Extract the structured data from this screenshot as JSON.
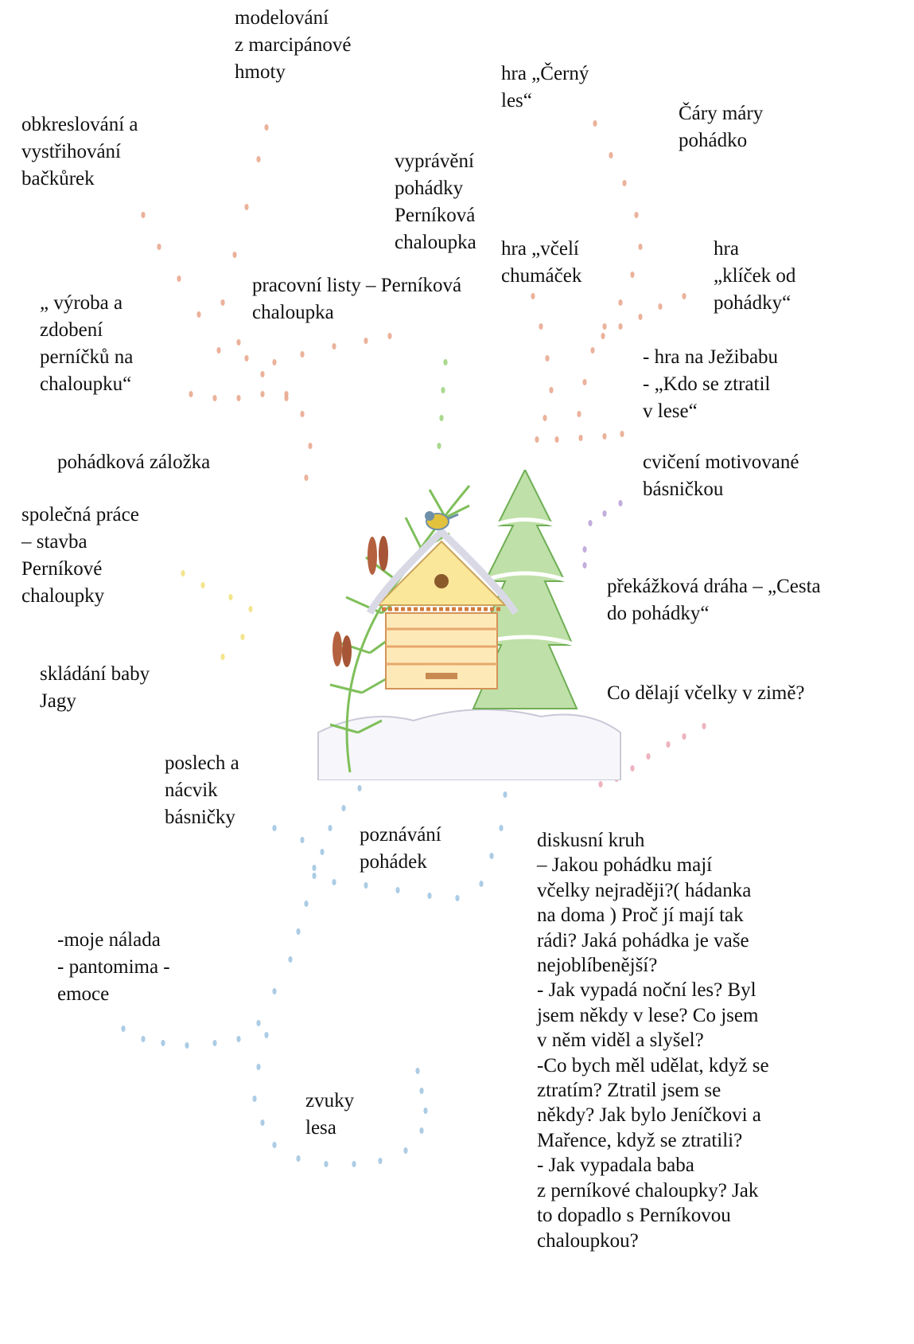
{
  "activities": [
    {
      "id": "marzipan",
      "text": "modelování\nz marcipánové\nhmoty"
    },
    {
      "id": "cerny-les",
      "text": "hra „Černý\nles“"
    },
    {
      "id": "cary-mary",
      "text": "Čáry máry\npohádko"
    },
    {
      "id": "backurky",
      "text": "obkreslování a\nvystřihování\nbačkůrek"
    },
    {
      "id": "vypraveni",
      "text": "vyprávění\npohádky\nPerníková\nchaloupka"
    },
    {
      "id": "vceli-chumacek",
      "text": "hra „včelí\nchumáček"
    },
    {
      "id": "klicek",
      "text": "hra\n„klíček od\npohádky“"
    },
    {
      "id": "pracovni-listy",
      "text": "pracovní listy – Perníková\nchaloupka"
    },
    {
      "id": "pernicky",
      "text": "„ výroba a\nzdobení\nperníčků na\nchaloupku“"
    },
    {
      "id": "jezibaba",
      "text": "- hra na Ježibabu\n- „Kdo se ztratil\nv lese“"
    },
    {
      "id": "zalozka",
      "text": "pohádková záložka"
    },
    {
      "id": "cviceni",
      "text": "cvičení motivované\nbásničkou"
    },
    {
      "id": "spolecna-prace",
      "text": "společná práce\n– stavba\nPerníkové\nchaloupky"
    },
    {
      "id": "prekazkova",
      "text": "překážková dráha – „Cesta\ndo pohádky“"
    },
    {
      "id": "baba-jaga",
      "text": "skládání baby\nJagy"
    },
    {
      "id": "vcelky-zime",
      "text": "Co dělají včelky v zimě?"
    },
    {
      "id": "poslech",
      "text": "poslech a\nnácvik\nbásničky"
    },
    {
      "id": "poznavani",
      "text": "poznávání\npohádek"
    },
    {
      "id": "diskusni-kruh",
      "text": "diskusní kruh\n– Jakou pohádku mají\nvčelky nejraději?( hádanka\nna doma ) Proč jí mají tak\nrádi? Jaká pohádka je vaše\nnejoblíbenější?\n- Jak vypadá noční les? Byl\njsem někdy v lese? Co jsem\nv něm viděl a slyšel?\n-Co bych měl udělat, když se\nztratím? Ztratil jsem se\nněkdy? Jak bylo Jeníčkovi a\nMařence, když se ztratili?\n- Jak vypadala baba\nz perníkové chaloupky? Jak\nto dopadlo s Perníkovou\nchaloupkou?"
    },
    {
      "id": "nalada",
      "text": "-moje nálada\n- pantomima -\nemoce"
    },
    {
      "id": "zvuky",
      "text": "zvuky\nlesa"
    }
  ],
  "colors": {
    "dots_orange": "#e8a58a",
    "dots_green": "#9bd27a",
    "dots_purple": "#b7a0d6",
    "dots_yellow": "#f1e07a",
    "dots_blue": "#9ec3e0",
    "dots_pink": "#eaa6b4"
  },
  "illustration": {
    "icon": "gingerbread-house-in-forest-icon"
  }
}
